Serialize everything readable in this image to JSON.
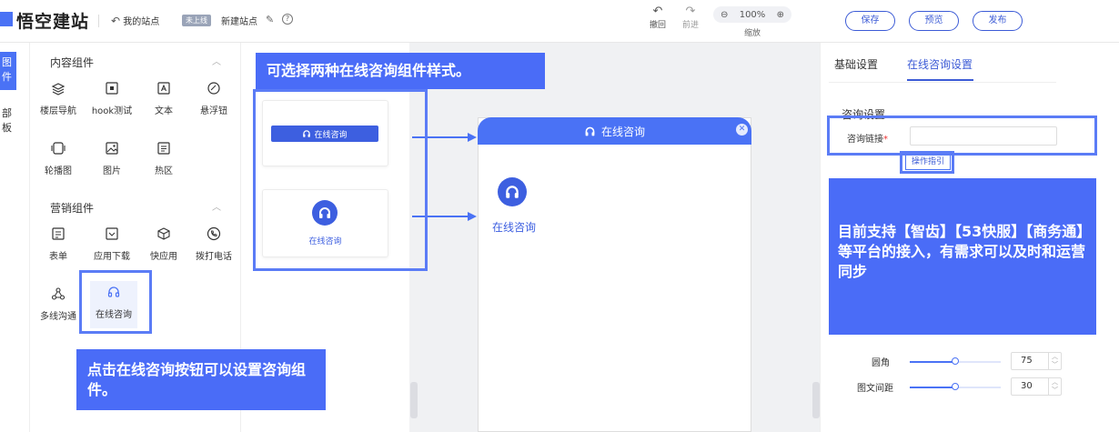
{
  "header": {
    "app_title": "悟空建站",
    "my_site": "我的站点",
    "status_badge": "未上线",
    "new_site": "新建站点",
    "undo": "撤回",
    "redo": "前进",
    "zoom_value": "100%",
    "zoom_label": "缩放",
    "save": "保存",
    "preview": "预览",
    "publish": "发布"
  },
  "rail": {
    "active_label": "图\n件",
    "second_label": "部\n板"
  },
  "panel": {
    "content_title": "内容组件",
    "marketing_title": "营销组件",
    "content_items": [
      {
        "label": "楼层导航",
        "icon": "layers-icon"
      },
      {
        "label": "hook测试",
        "icon": "square-icon"
      },
      {
        "label": "文本",
        "icon": "text-icon"
      },
      {
        "label": "悬浮钮",
        "icon": "float-button-icon"
      },
      {
        "label": "轮播图",
        "icon": "carousel-icon"
      },
      {
        "label": "图片",
        "icon": "image-icon"
      },
      {
        "label": "热区",
        "icon": "hotspot-icon"
      }
    ],
    "marketing_items": [
      {
        "label": "表单",
        "icon": "form-icon"
      },
      {
        "label": "应用下载",
        "icon": "download-icon"
      },
      {
        "label": "快应用",
        "icon": "cube-icon"
      },
      {
        "label": "拨打电话",
        "icon": "phone-icon"
      },
      {
        "label": "多线沟通",
        "icon": "multi-channel-icon"
      },
      {
        "label": "在线咨询",
        "icon": "headset-icon"
      }
    ]
  },
  "canvas": {
    "style1_button": "在线咨询",
    "style2_label": "在线咨询",
    "phone_header": "在线咨询",
    "phone_item_label": "在线咨询"
  },
  "settings": {
    "tab_basic": "基础设置",
    "tab_consult": "在线咨询设置",
    "section_title": "咨询设置",
    "link_label": "咨询链接",
    "required_mark": "*",
    "guide_button": "操作指引",
    "radius_label": "圆角",
    "radius_value": "75",
    "spacing_label": "图文间距",
    "spacing_value": "30",
    "radius_fraction": 0.5,
    "spacing_fraction": 0.5
  },
  "annotations": {
    "top": "可选择两种在线咨询组件样式。",
    "bottom": "点击在线咨询按钮可以设置咨询组件。",
    "right": "目前支持【智齿】【53快服】【商务通】等平台的接入，有需求可以及时和运营同步"
  },
  "colors": {
    "accent": "#4a72f5",
    "annotation": "#4a6cf7"
  }
}
